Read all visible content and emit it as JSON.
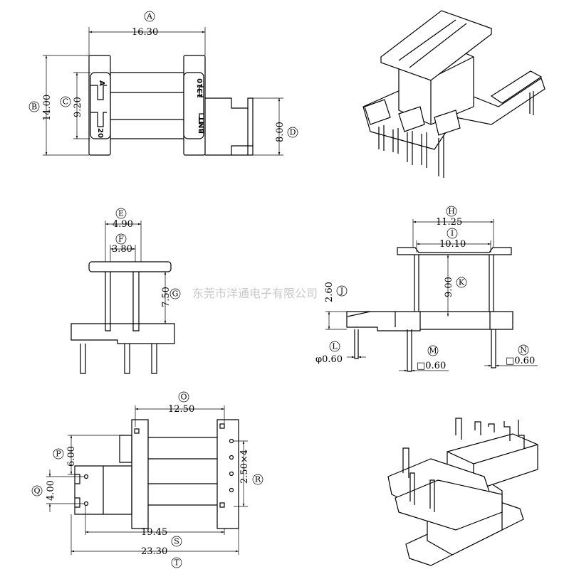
{
  "watermark": "东莞市洋通电子有限公司",
  "part_markings": {
    "left_top": "A",
    "left_bottom": "20",
    "right_top": "1310",
    "right_bottom": "BMT"
  },
  "dimensions": [
    {
      "id": "A",
      "value": "16.30"
    },
    {
      "id": "B",
      "value": "14.00"
    },
    {
      "id": "C",
      "value": "9.20"
    },
    {
      "id": "D",
      "value": "8.00"
    },
    {
      "id": "E",
      "value": "4.90"
    },
    {
      "id": "F",
      "value": "3.80"
    },
    {
      "id": "G",
      "value": "7.50"
    },
    {
      "id": "H",
      "value": "11.25"
    },
    {
      "id": "I",
      "value": "10.10"
    },
    {
      "id": "J",
      "value": "2.60"
    },
    {
      "id": "K",
      "value": "9.00"
    },
    {
      "id": "L",
      "value": "φ0.60"
    },
    {
      "id": "M",
      "value": "□0.60"
    },
    {
      "id": "N",
      "value": "□0.60"
    },
    {
      "id": "O",
      "value": "12.50"
    },
    {
      "id": "P",
      "value": "6.00"
    },
    {
      "id": "Q",
      "value": "4.00"
    },
    {
      "id": "R",
      "value": "2.50×4"
    },
    {
      "id": "S",
      "value": "19.45"
    },
    {
      "id": "T",
      "value": "23.30"
    }
  ]
}
